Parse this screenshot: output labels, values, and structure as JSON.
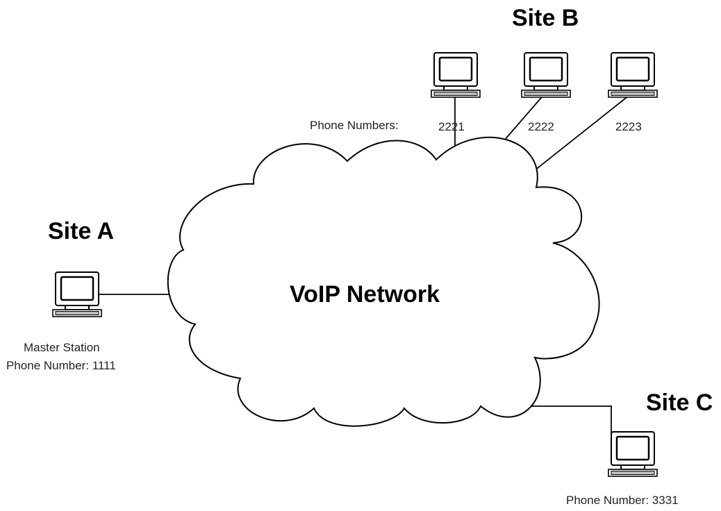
{
  "network": {
    "label": "VoIP Network"
  },
  "site_a": {
    "title": "Site A",
    "station_label": "Master Station",
    "phone_label": "Phone Number: 1111"
  },
  "site_b": {
    "title": "Site B",
    "phone_numbers_label": "Phone Numbers:",
    "phones": [
      "2221",
      "2222",
      "2223"
    ]
  },
  "site_c": {
    "title": "Site C",
    "phone_label": "Phone Number: 3331"
  },
  "icons": {
    "computer": "computer-terminal-icon"
  }
}
